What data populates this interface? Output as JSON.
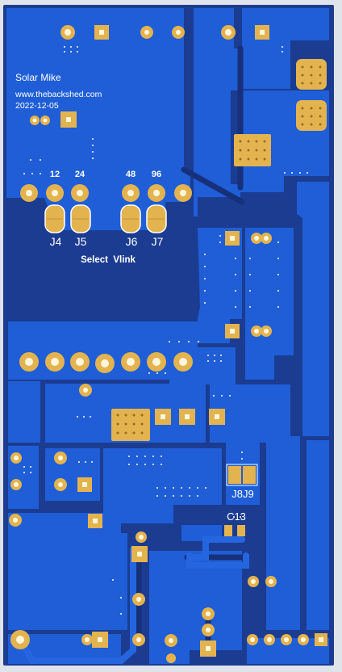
{
  "board": {
    "author": "Solar Mike",
    "website": "www.thebackshed.com",
    "date": "2022-12-05",
    "voltage_labels": [
      "12",
      "24",
      "48",
      "96"
    ],
    "jumpers": [
      "J4",
      "J5",
      "J6",
      "J7"
    ],
    "caption": "Select  Vlink",
    "jumper_pair": "J8J9",
    "capacitor": "C13"
  },
  "colors": {
    "substrate": "#1b3c91",
    "copper": "#1f5ed6",
    "gold": "#e3b34f",
    "drill": "#fff6dd",
    "silkscreen": "#ffffff"
  }
}
